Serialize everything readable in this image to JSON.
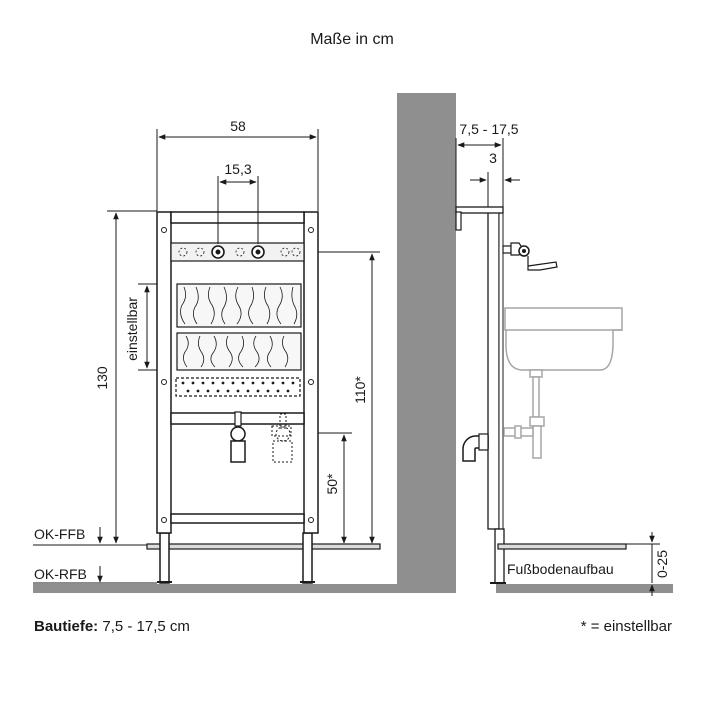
{
  "title": "Maße in cm",
  "dimensions": {
    "frame_width": "58",
    "connection_spacing": "15,3",
    "depth_range": "7,5 - 17,5",
    "offset": "3",
    "adjustable_range": "einstellbar",
    "total_height": "130",
    "connection_height": "110*",
    "drain_height": "50*",
    "floor_buildup_range": "0-25"
  },
  "levels": {
    "finished_floor": "OK-FFB",
    "raw_floor": "OK-RFB",
    "floor_buildup": "Fußbodenaufbau"
  },
  "footer": {
    "depth_label": "Bautiefe:",
    "depth_value": "7,5 - 17,5 cm",
    "note": "* = einstellbar"
  }
}
